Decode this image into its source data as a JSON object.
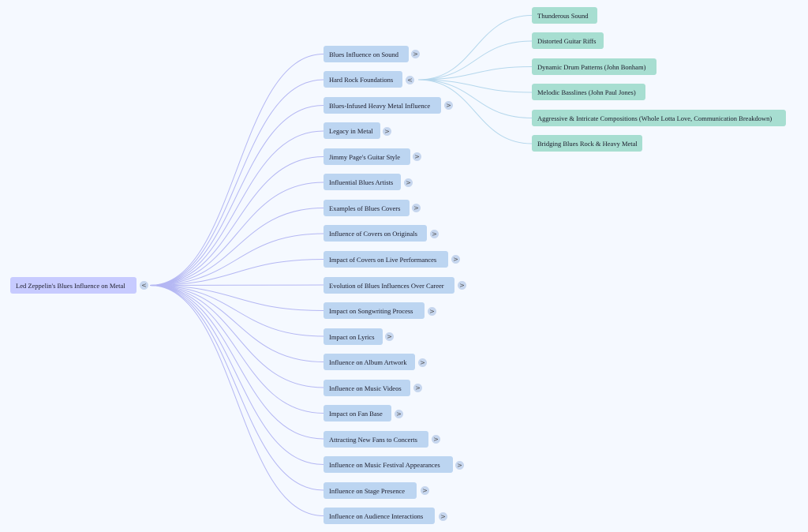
{
  "colors": {
    "background": "#f5f9ff",
    "root_fill": "#c7cbff",
    "branch_fill": "#bcd5f1",
    "leaf_fill": "#a7ded1",
    "root_link": "#b4b7f3",
    "leaf_link": "#b5d7ec"
  },
  "root": {
    "label": "Led Zeppelin's Blues Influence on Metal",
    "toggle": "<"
  },
  "branches": [
    {
      "label": "Blues Influence on Sound",
      "toggle": ">"
    },
    {
      "label": "Hard Rock Foundations",
      "toggle": "<"
    },
    {
      "label": "Blues-Infused Heavy Metal Influence",
      "toggle": ">"
    },
    {
      "label": "Legacy in Metal",
      "toggle": ">"
    },
    {
      "label": "Jimmy Page's Guitar Style",
      "toggle": ">"
    },
    {
      "label": "Influential Blues Artists",
      "toggle": ">"
    },
    {
      "label": "Examples of Blues Covers",
      "toggle": ">"
    },
    {
      "label": "Influence of Covers on Originals",
      "toggle": ">"
    },
    {
      "label": "Impact of Covers on Live Performances",
      "toggle": ">"
    },
    {
      "label": "Evolution of Blues Influences Over Career",
      "toggle": ">"
    },
    {
      "label": "Impact on Songwriting Process",
      "toggle": ">"
    },
    {
      "label": "Impact on Lyrics",
      "toggle": ">"
    },
    {
      "label": "Influence on Album Artwork",
      "toggle": ">"
    },
    {
      "label": "Influence on Music Videos",
      "toggle": ">"
    },
    {
      "label": "Impact on Fan Base",
      "toggle": ">"
    },
    {
      "label": "Attracting New Fans to Concerts",
      "toggle": ">"
    },
    {
      "label": "Influence on Music Festival Appearances",
      "toggle": ">"
    },
    {
      "label": "Influence on Stage Presence",
      "toggle": ">"
    },
    {
      "label": "Influence on Audience Interactions",
      "toggle": ">"
    }
  ],
  "expanded_branch": "Hard Rock Foundations",
  "leaves": [
    {
      "label": "Thunderous Sound"
    },
    {
      "label": "Distorted Guitar Riffs"
    },
    {
      "label": "Dynamic Drum Patterns (John Bonham)"
    },
    {
      "label": "Melodic Basslines (John Paul Jones)"
    },
    {
      "label": "Aggressive & Intricate Compositions (Whole Lotta Love, Communication Breakdown)"
    },
    {
      "label": "Bridging Blues Rock & Heavy Metal"
    }
  ]
}
